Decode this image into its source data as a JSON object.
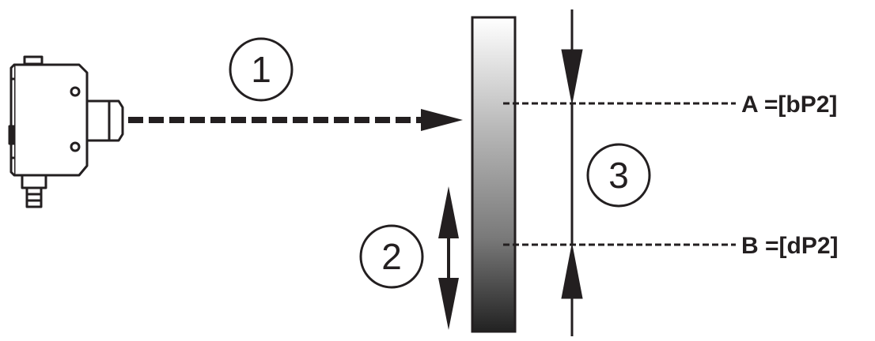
{
  "callouts": {
    "one": "1",
    "two": "2",
    "three": "3"
  },
  "labels": {
    "point_a": "A =[bP2]",
    "point_b": "B =[dP2]"
  },
  "colors": {
    "ink": "#231f20",
    "bar_top": "#ffffff",
    "bar_bottom": "#222222"
  }
}
